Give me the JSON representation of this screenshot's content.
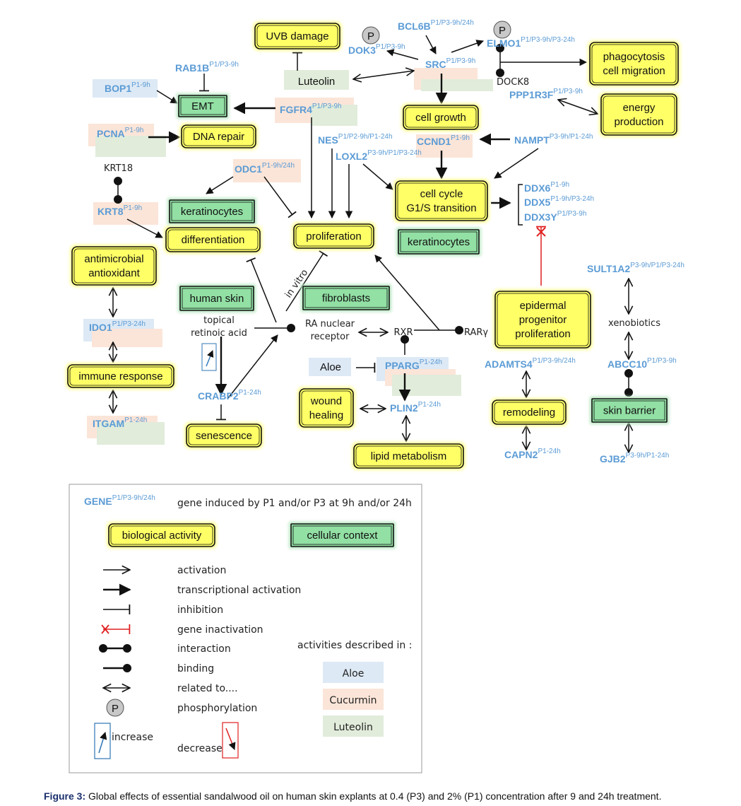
{
  "activity_boxes": [
    {
      "id": "uvb",
      "lines": [
        "UVB damage"
      ]
    },
    {
      "id": "phago",
      "lines": [
        "phagocytosis",
        "cell migration"
      ]
    },
    {
      "id": "energy",
      "lines": [
        "energy",
        "production"
      ]
    },
    {
      "id": "dna",
      "lines": [
        "DNA repair"
      ]
    },
    {
      "id": "growth",
      "lines": [
        "cell growth"
      ]
    },
    {
      "id": "cycle",
      "lines": [
        "cell cycle",
        "G1/S transition"
      ]
    },
    {
      "id": "diff",
      "lines": [
        "differentiation"
      ]
    },
    {
      "id": "prolif",
      "lines": [
        "proliferation"
      ]
    },
    {
      "id": "antimicro",
      "lines": [
        "antimicrobial",
        "antioxidant"
      ]
    },
    {
      "id": "epid",
      "lines": [
        "epidermal",
        "progenitor",
        "proliferation"
      ]
    },
    {
      "id": "immune",
      "lines": [
        "immune response"
      ]
    },
    {
      "id": "wound",
      "lines": [
        "wound",
        "healing"
      ]
    },
    {
      "id": "remod",
      "lines": [
        "remodeling"
      ]
    },
    {
      "id": "senes",
      "lines": [
        "senescence"
      ]
    },
    {
      "id": "lipid",
      "lines": [
        "lipid metabolism"
      ]
    }
  ],
  "context_boxes": [
    {
      "id": "emt",
      "lines": [
        "EMT"
      ]
    },
    {
      "id": "kera1",
      "lines": [
        "keratinocytes"
      ]
    },
    {
      "id": "kera2",
      "lines": [
        "keratinocytes"
      ]
    },
    {
      "id": "humanskin",
      "lines": [
        "human skin"
      ]
    },
    {
      "id": "fibro",
      "lines": [
        "fibroblasts"
      ]
    },
    {
      "id": "skinbar",
      "lines": [
        "skin barrier"
      ]
    }
  ],
  "genes": [
    {
      "id": "bcl6b",
      "name": "BCL6B",
      "sup": "P1/P3-9h/24h"
    },
    {
      "id": "dok3",
      "name": "DOK3",
      "sup": "P1/P3-9h"
    },
    {
      "id": "elmo1",
      "name": "ELMO1",
      "sup": "P1/P3-9h/P3-24h"
    },
    {
      "id": "src",
      "name": "SRC",
      "sup": "P1/P3-9h"
    },
    {
      "id": "rab1b",
      "name": "RAB1B",
      "sup": "P1/P3-9h"
    },
    {
      "id": "bop1",
      "name": "BOP1",
      "sup": "P1-9h"
    },
    {
      "id": "fgfr4",
      "name": "FGFR4",
      "sup": "P1/P3-9h"
    },
    {
      "id": "ppp1r3f",
      "name": "PPP1R3F",
      "sup": "P1/P3-9h"
    },
    {
      "id": "pcna",
      "name": "PCNA",
      "sup": "P1-9h"
    },
    {
      "id": "nes",
      "name": "NES",
      "sup": "P1/P2-9h/P1-24h"
    },
    {
      "id": "ccnd1",
      "name": "CCND1",
      "sup": "P1-9h"
    },
    {
      "id": "nampt",
      "name": "NAMPT",
      "sup": "P3-9h/P1-24h"
    },
    {
      "id": "loxl2",
      "name": "LOXL2",
      "sup": "P3-9h/P1/P3-24h"
    },
    {
      "id": "odc1",
      "name": "ODC1",
      "sup": "P1-9h/24h"
    },
    {
      "id": "ddx6",
      "name": "DDX6",
      "sup": "P1-9h"
    },
    {
      "id": "ddx5",
      "name": "DDX5",
      "sup": "P1-9h/P3-24h"
    },
    {
      "id": "ddx3y",
      "name": "DDX3Y",
      "sup": "P1/P3-9h"
    },
    {
      "id": "krt8",
      "name": "KRT8",
      "sup": "P1-9h"
    },
    {
      "id": "sult1a2",
      "name": "SULT1A2",
      "sup": "P3-9h/P1/P3-24h"
    },
    {
      "id": "ido1",
      "name": "IDO1",
      "sup": "P1/P3-24h"
    },
    {
      "id": "adamts4",
      "name": "ADAMTS4",
      "sup": "P1/P3-9h/24h"
    },
    {
      "id": "abcc10",
      "name": "ABCC10",
      "sup": "P1/P3-9h"
    },
    {
      "id": "pparg",
      "name": "PPARG",
      "sup": "P1-24h"
    },
    {
      "id": "crabp2",
      "name": "CRABP2",
      "sup": "P1-24h"
    },
    {
      "id": "plin2",
      "name": "PLIN2",
      "sup": "P1-24h"
    },
    {
      "id": "itgam",
      "name": "ITGAM",
      "sup": "P1-24h"
    },
    {
      "id": "capn2",
      "name": "CAPN2",
      "sup": "P1-24h"
    },
    {
      "id": "gjb2",
      "name": "GJB2",
      "sup": "P3-9h/P1-24h"
    }
  ],
  "plain_labels": [
    {
      "id": "luteolin_node",
      "lines": [
        "Luteolin"
      ]
    },
    {
      "id": "dock8",
      "lines": [
        "DOCK8"
      ]
    },
    {
      "id": "krt18",
      "lines": [
        "KRT18"
      ]
    },
    {
      "id": "topical",
      "lines": [
        "topical",
        "retinoic acid"
      ]
    },
    {
      "id": "in_vitro",
      "lines": [
        "in vitro"
      ]
    },
    {
      "id": "ra_receptor",
      "lines": [
        "RA nuclear",
        "receptor"
      ]
    },
    {
      "id": "rxr",
      "lines": [
        "RXR"
      ]
    },
    {
      "id": "rarg",
      "lines": [
        "RARγ"
      ]
    },
    {
      "id": "xeno",
      "lines": [
        "xenobiotics"
      ]
    },
    {
      "id": "aloe_node",
      "lines": [
        "Aloe"
      ]
    }
  ],
  "phospho_symbol": "P",
  "legend": {
    "gene_example": {
      "name": "GENE",
      "sup": "P1/P3-9h/24h"
    },
    "gene_text": "gene induced by P1 and/or P3 at 9h and/or 24h",
    "activity_label": "biological activity",
    "context_label": "cellular context",
    "edge_labels": [
      "activation",
      "transcriptional activation",
      "inhibition",
      "gene inactivation",
      "interaction",
      "binding",
      "related to....",
      "phosphorylation"
    ],
    "phospho_symbol": "P",
    "increase_label": "increase",
    "decrease_label": "decrease",
    "described_in": "activities described in :",
    "sources": [
      {
        "label": "Aloe",
        "color": "#dde9f5"
      },
      {
        "label": "Cucurmin",
        "color": "#fbe5d8"
      },
      {
        "label": "Luteolin",
        "color": "#e1ecdb"
      }
    ]
  },
  "colors": {
    "gene_text": "#5b9bd5",
    "activity_fill": "#ffff66",
    "context_fill": "#92e0a4",
    "aloe": "#dde9f5",
    "cucurmin": "#fbe5d8",
    "luteolin": "#e1ecdb",
    "inactivation": "#e02020"
  },
  "caption": {
    "bold": "Figure 3:",
    "text": " Global effects of essential sandalwood oil on human skin explants at 0.4 (P3) and 2% (P1) concentration after 9 and 24h treatment."
  }
}
